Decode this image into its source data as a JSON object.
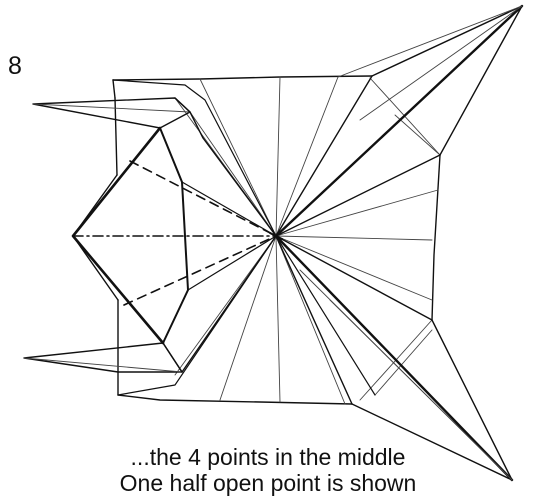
{
  "step": {
    "number": "8"
  },
  "caption": {
    "line1": "...the 4 points in the middle",
    "line2": "One half open point is shown"
  },
  "colors": {
    "stroke": "#111111",
    "thin_stroke": "#444444",
    "background": "#ffffff"
  },
  "line_styles": {
    "valley_fold": "dashed",
    "mountain_fold": "dash-dot",
    "crease": "thin solid"
  }
}
